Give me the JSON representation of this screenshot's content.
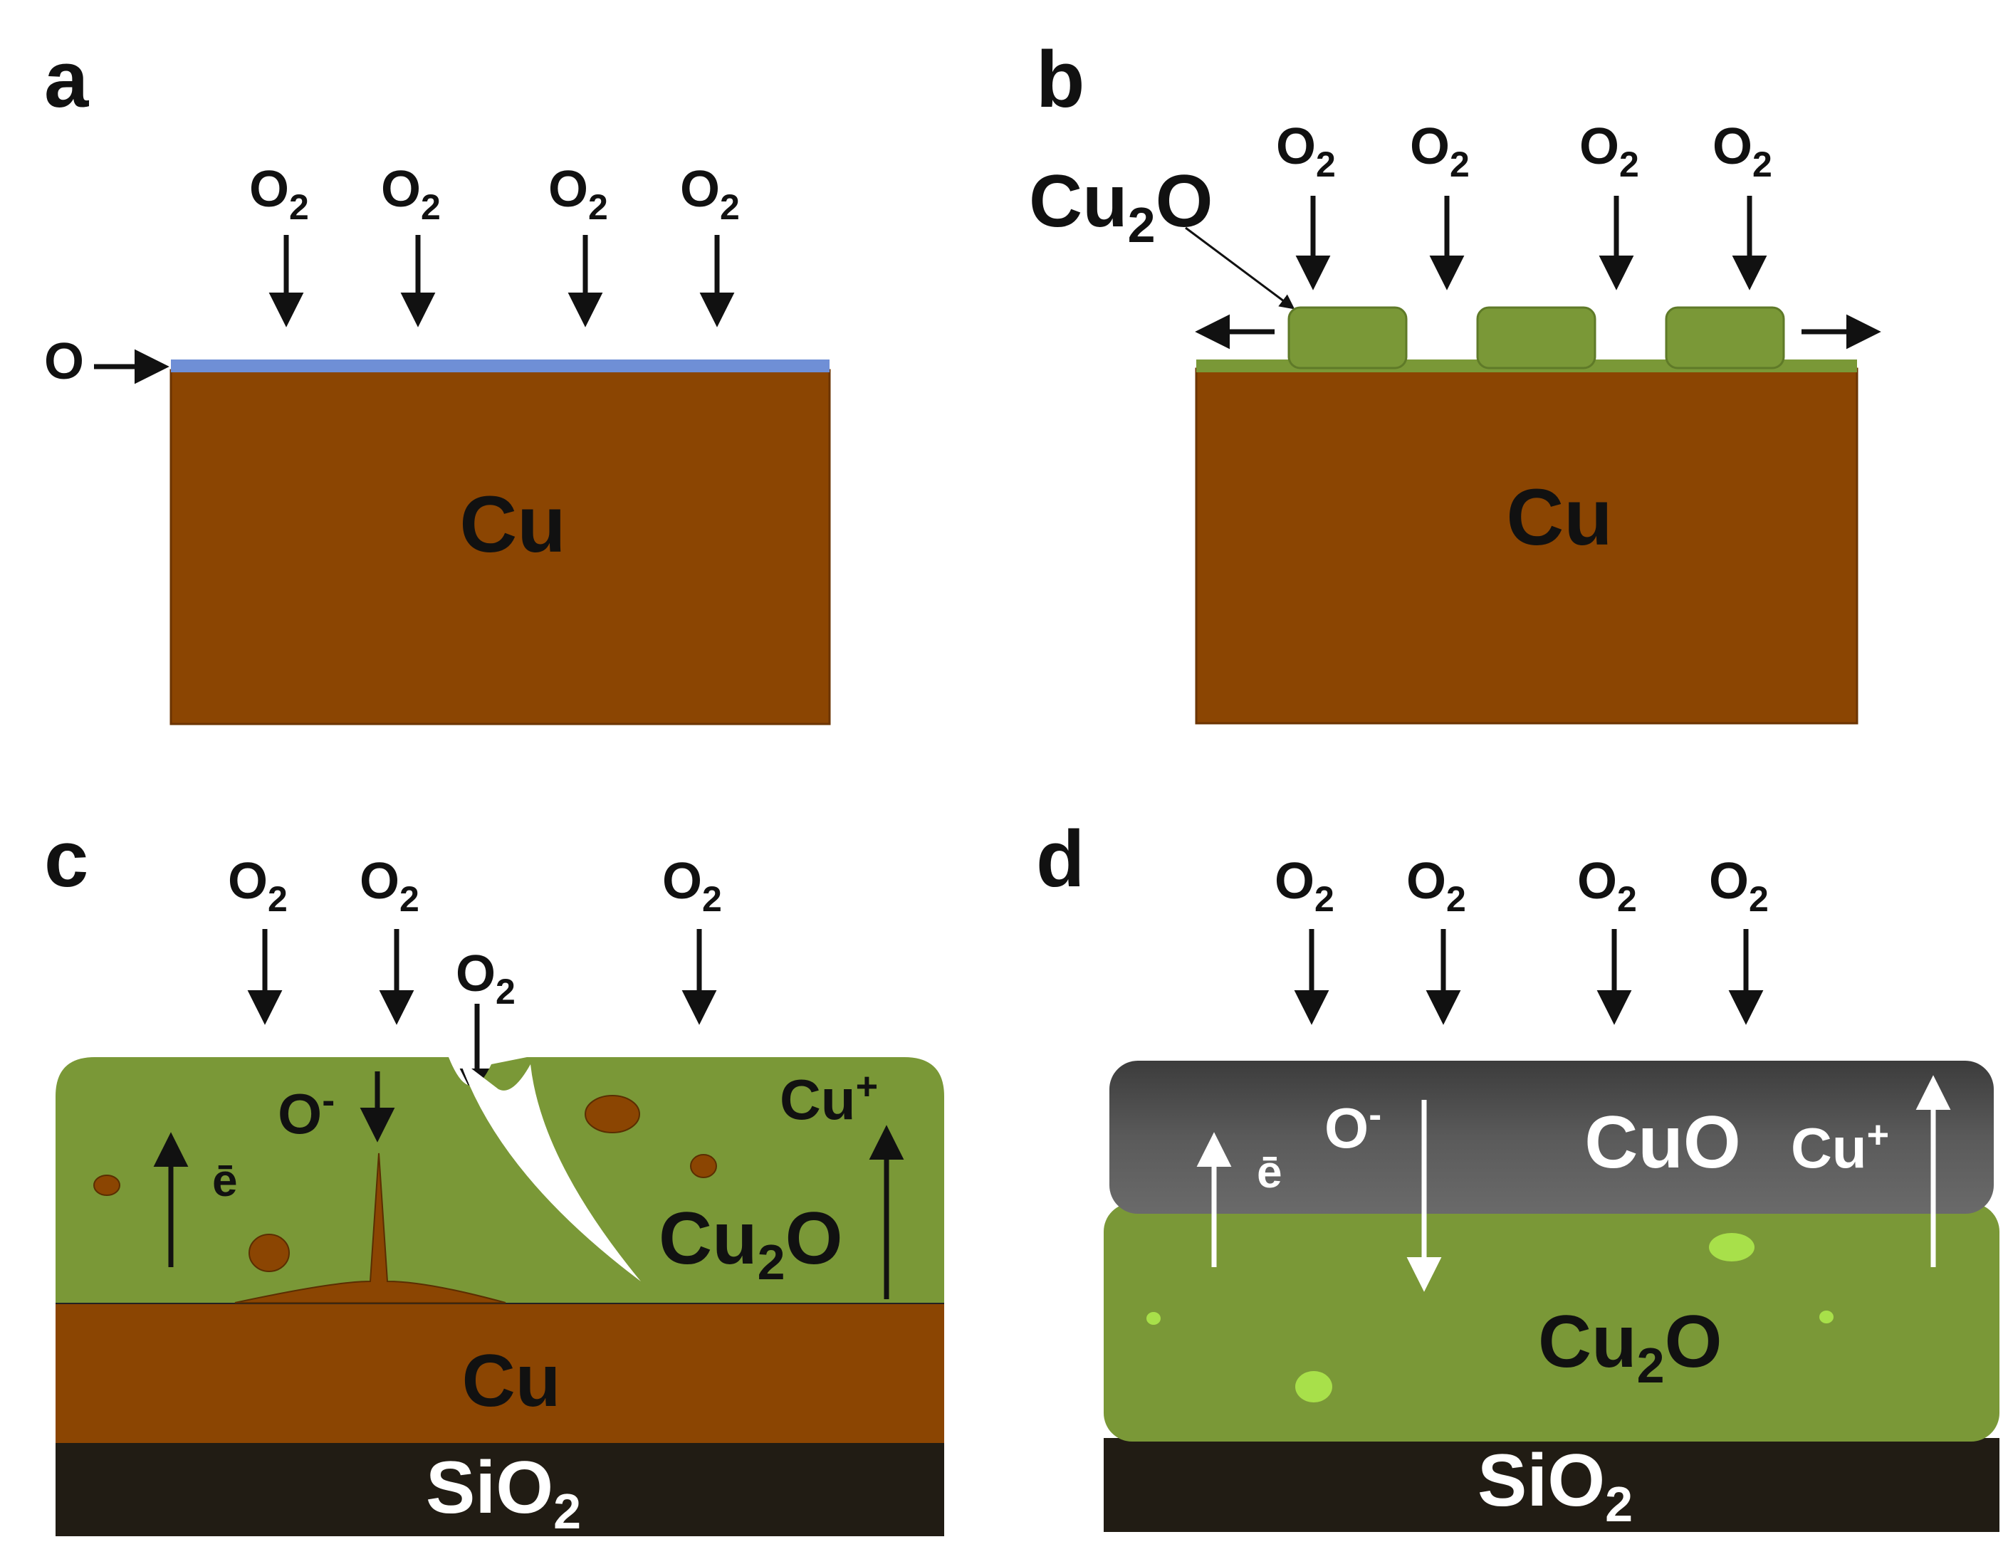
{
  "colors": {
    "copper": "#8b4502",
    "copper_dark": "#6b3402",
    "oxide_green": "#7a9837",
    "oxide_green_border": "#5f7a28",
    "copper_blue_film": "#6f8fd6",
    "cuo_dark": "#4a4a4a",
    "substrate": "#211c14",
    "bright_green_inclusion": "#a8e04a",
    "white": "#ffffff",
    "black": "#111111"
  },
  "gas": {
    "main": "O",
    "sub": "2"
  },
  "panels": {
    "a": {
      "label": "a",
      "bulk": "Cu",
      "surface_oxygen": "O"
    },
    "b": {
      "label": "b",
      "bulk": "Cu",
      "oxide_main": "Cu",
      "oxide_sub": "2",
      "oxide_tail": "O"
    },
    "c": {
      "label": "c",
      "oxide_main": "Cu",
      "oxide_sub": "2",
      "oxide_tail": "O",
      "metal": "Cu",
      "substrate_main": "SiO",
      "substrate_sub": "2",
      "oxygen_ion_main": "O",
      "oxygen_ion_sup": "-",
      "copper_ion_main": "Cu",
      "copper_ion_sup": "+",
      "electron": "ē"
    },
    "d": {
      "label": "d",
      "top_oxide": "CuO",
      "oxide_main": "Cu",
      "oxide_sub": "2",
      "oxide_tail": "O",
      "substrate_main": "SiO",
      "substrate_sub": "2",
      "oxygen_ion_main": "O",
      "oxygen_ion_sup": "-",
      "copper_ion_main": "Cu",
      "copper_ion_sup": "+",
      "electron": "ē"
    }
  }
}
